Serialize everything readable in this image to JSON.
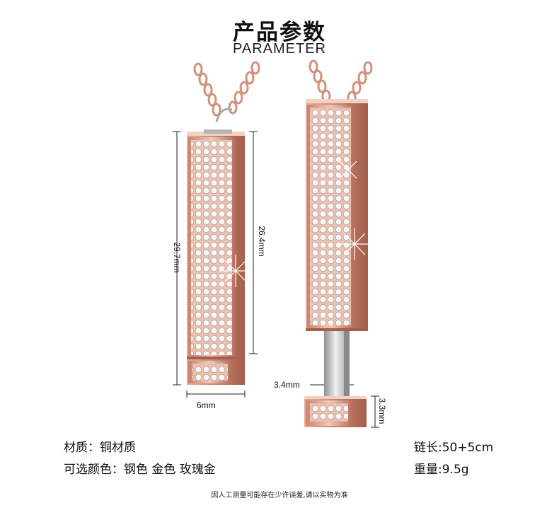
{
  "header": {
    "title_cn": "产品参数",
    "title_en": "PARAMETER"
  },
  "dimensions": {
    "total_height": "29.7mm",
    "body_height": "26.4mm",
    "width": "6mm",
    "pin_width": "3.4mm",
    "cap_height": "3.3mm"
  },
  "specs": {
    "material": "材质：铜材质",
    "colors": "可选颜色：钢色 金色 玫瑰金",
    "chain_length": "链长:50+5cm",
    "weight": "重量:9.5g"
  },
  "footer": {
    "note": "因人工测量可能存在少许误差,请以实物为准"
  },
  "colors": {
    "rose_gold": "#d99a86",
    "rose_gold_dark": "#b86e5a",
    "steel": "#b8b8b8"
  }
}
